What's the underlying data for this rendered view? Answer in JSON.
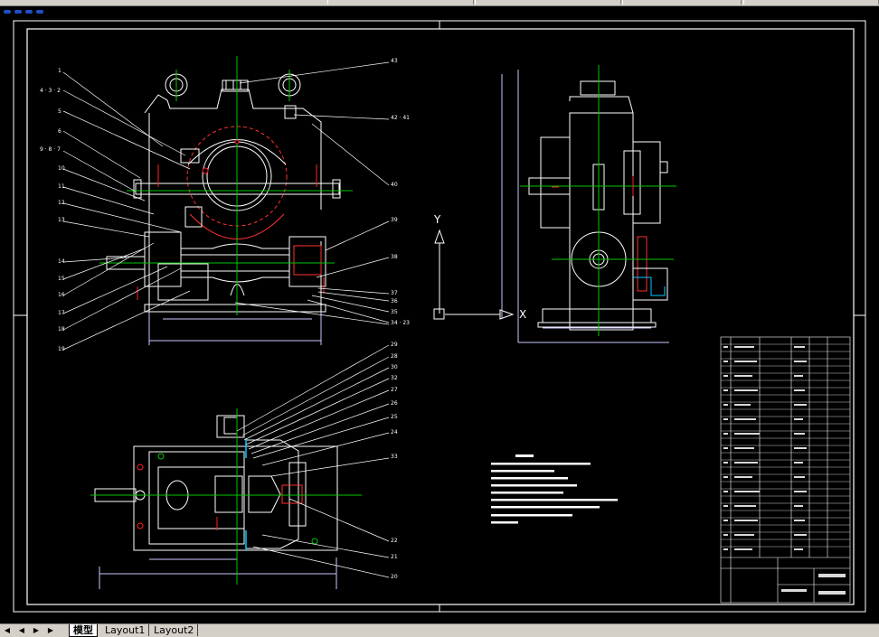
{
  "tabs": {
    "model": "模型",
    "layout1": "Layout1",
    "layout2": "Layout2"
  },
  "nav": {
    "first": "◀",
    "prev": "◀",
    "next": "▶",
    "last": "▶"
  },
  "balloons_left_top": [
    "1",
    "2",
    "3",
    "5",
    "6",
    "7",
    "8",
    "10",
    "11",
    "12",
    "13",
    "14",
    "15",
    "16",
    "17",
    "18",
    "19"
  ],
  "balloons_right_top": [
    "43",
    "41",
    "40",
    "39",
    "38",
    "37",
    "36",
    "35",
    "34",
    "23"
  ],
  "balloons_bottom_right": [
    "29",
    "28",
    "30",
    "32",
    "27",
    "26",
    "25",
    "24",
    "33",
    "22",
    "21",
    "20"
  ],
  "ucs": {
    "y_label": "Y",
    "x_label": "X"
  },
  "colors": {
    "background": "#000000",
    "line": "#ffffff",
    "center": "#00c800",
    "hidden": "#ff2020",
    "dim": "#c8c8ff",
    "accent": "#00c8ff",
    "ui": "#d4d0c8"
  }
}
